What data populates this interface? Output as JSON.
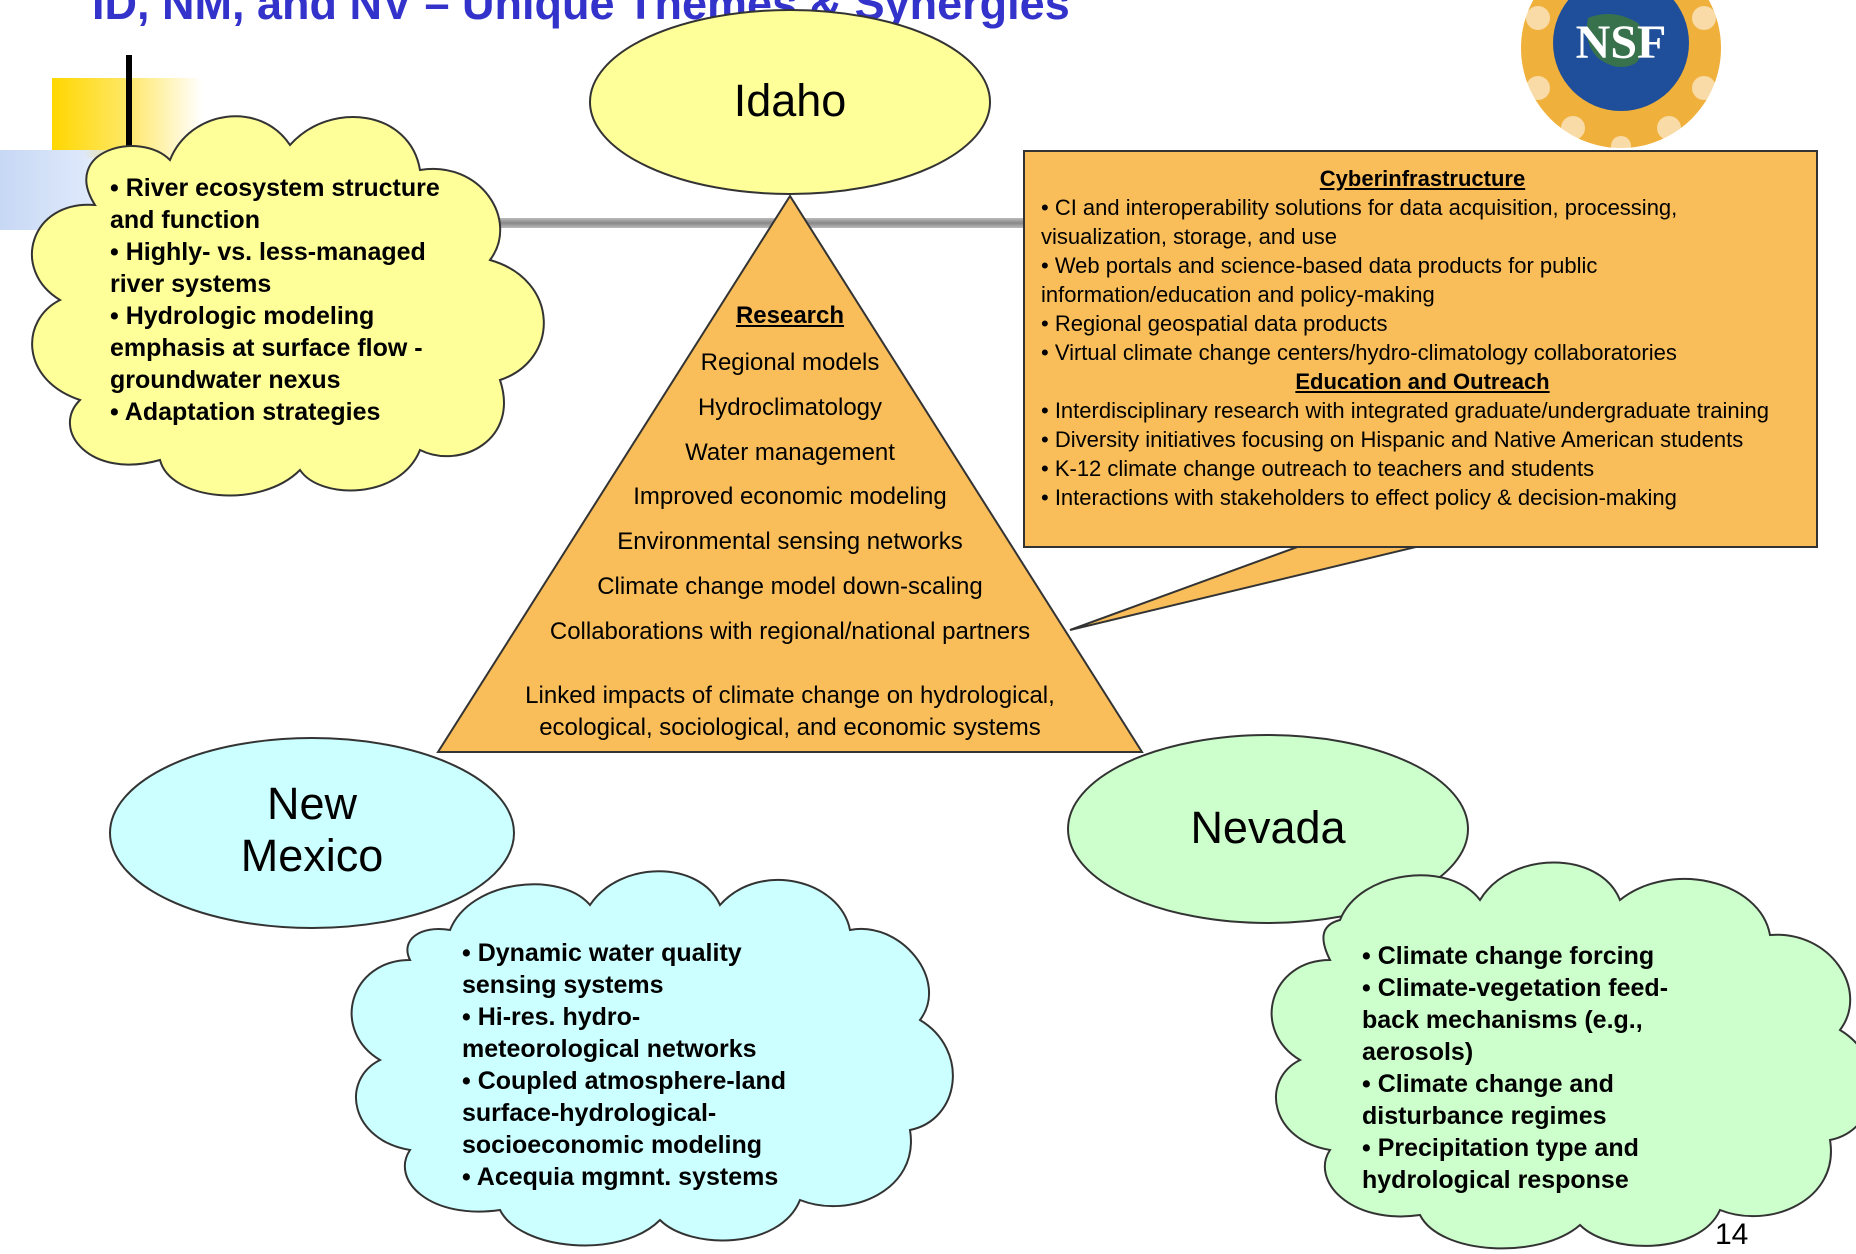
{
  "title": "ID, NM, and NV – Unique Themes & Synergies",
  "states": {
    "idaho": "Idaho",
    "new_mexico_line1": "New",
    "new_mexico_line2": "Mexico",
    "nevada": "Nevada"
  },
  "research": {
    "heading": "Research",
    "items": [
      "Regional models",
      "Hydroclimatology",
      "Water management",
      "Improved economic modeling",
      "Environmental sensing networks",
      "Climate change model down-scaling",
      "Collaborations with regional/national partners"
    ],
    "footer_line1": "Linked impacts of climate change on hydrological,",
    "footer_line2": "ecological, sociological, and economic systems"
  },
  "idaho_cloud": {
    "items": [
      "• River ecosystem structure and function",
      "• Highly- vs. less-managed river systems",
      "• Hydrologic modeling emphasis at surface flow -groundwater nexus",
      "• Adaptation strategies"
    ]
  },
  "new_mexico_cloud": {
    "items": [
      "• Dynamic water quality sensing systems",
      "• Hi-res. hydro-meteorological networks",
      "• Coupled atmosphere-land surface-hydrological-socioeconomic modeling",
      "• Acequia mgmnt. systems"
    ]
  },
  "nevada_cloud": {
    "items": [
      "• Climate change forcing",
      "• Climate-vegetation feed-back mechanisms (e.g., aerosols)",
      "• Climate change and disturbance regimes",
      "• Precipitation type and hydrological response"
    ]
  },
  "callout": {
    "ci_heading": "Cyberinfrastructure",
    "ci_items": [
      "• CI and interoperability solutions for data acquisition, processing, visualization, storage, and use",
      "• Web portals and science-based data products  for public information/education and policy-making",
      "• Regional geospatial data products",
      "• Virtual climate change centers/hydro-climatology collaboratories"
    ],
    "eo_heading": "Education and Outreach",
    "eo_items": [
      "• Interdisciplinary research with integrated graduate/undergraduate training",
      "• Diversity initiatives focusing on Hispanic and Native American students",
      "• K-12 climate change outreach to teachers and students",
      "• Interactions with stakeholders to effect policy & decision-making"
    ]
  },
  "logo": {
    "text": "NSF"
  },
  "page_number": "14",
  "colors": {
    "title": "#3333cc",
    "idaho_fill": "#ffff99",
    "new_mexico_fill": "#ccffff",
    "nevada_fill": "#ccffcc",
    "triangle_fill": "#f9be5a",
    "callout_fill": "#f9be5a"
  }
}
